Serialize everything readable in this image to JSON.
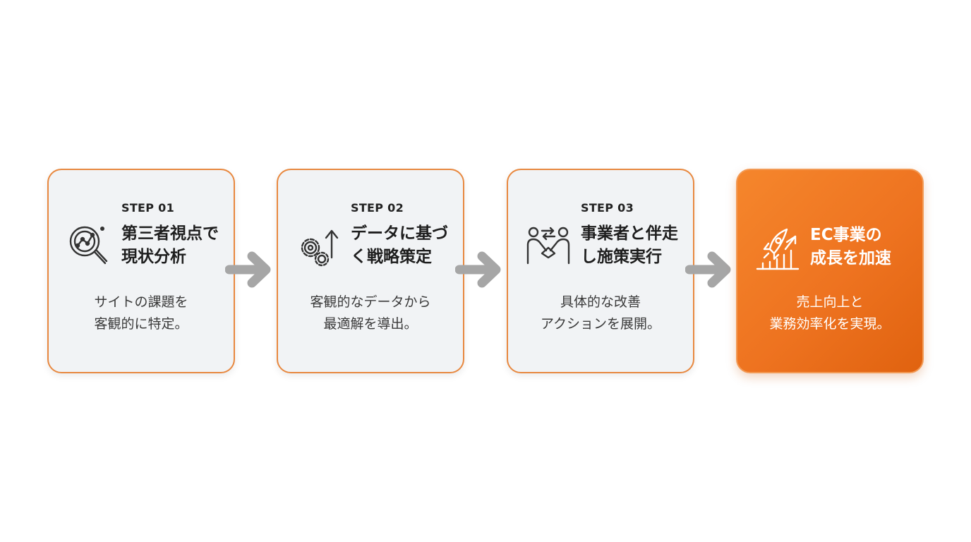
{
  "steps": [
    {
      "label": "STEP 01",
      "title_lines": [
        "第三者視点で",
        "現状分析"
      ],
      "desc_lines": [
        "サイトの課題を",
        "客観的に特定。"
      ],
      "icon": "magnifier-chart-icon"
    },
    {
      "label": "STEP 02",
      "title_lines": [
        "データに基づ",
        "く戦略策定"
      ],
      "desc_lines": [
        "客観的なデータから",
        "最適解を導出。"
      ],
      "icon": "gears-arrow-up-icon"
    },
    {
      "label": "STEP 03",
      "title_lines": [
        "事業者と伴走",
        "し施策実行"
      ],
      "desc_lines": [
        "具体的な改善",
        "アクションを展開。"
      ],
      "icon": "people-handshake-icon"
    }
  ],
  "goal": {
    "title_lines": [
      "EC事業の",
      "成長を加速"
    ],
    "desc_lines": [
      "売上向上と",
      "業務効率化を実現。"
    ],
    "icon": "rocket-growth-chart-icon"
  },
  "colors": {
    "accent": "#ee7320",
    "card_bg": "#f1f3f5",
    "arrow": "#a6a6a6",
    "text": "#1e1e1e"
  }
}
